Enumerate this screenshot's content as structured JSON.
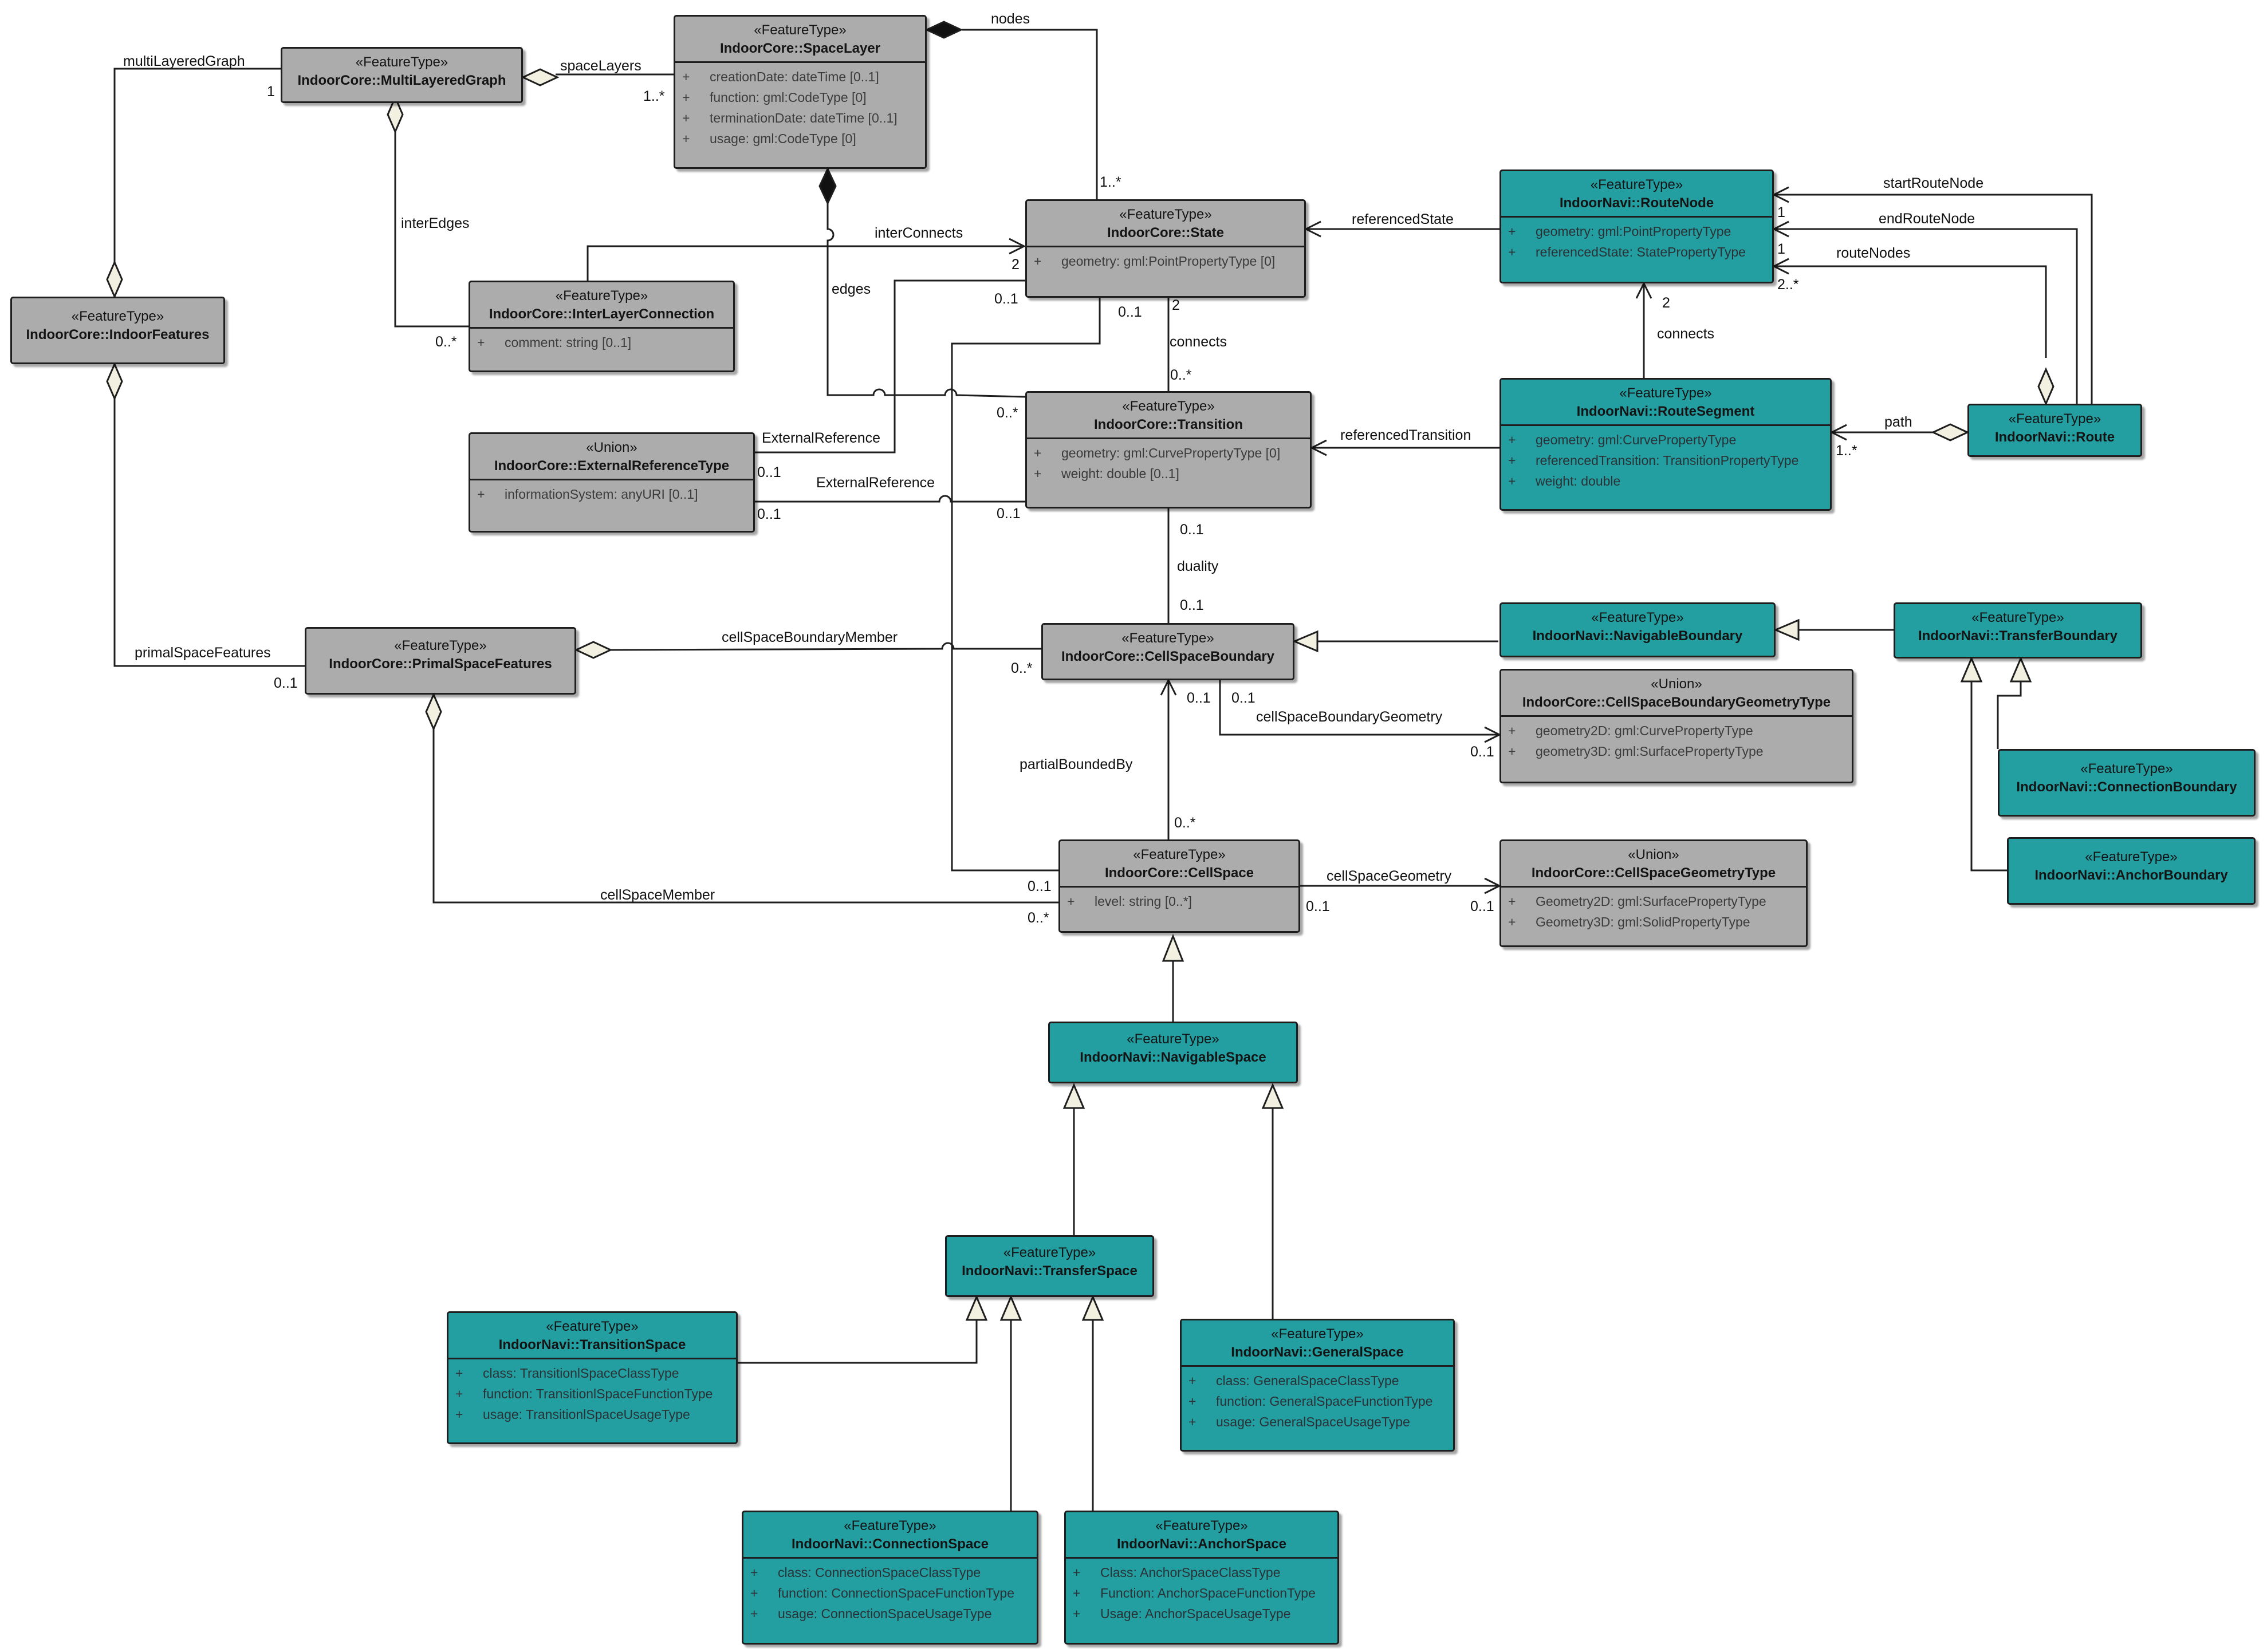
{
  "diagram": {
    "classes": {
      "multiLayeredGraph": {
        "stereotype": "«FeatureType»",
        "name": "IndoorCore::MultiLayeredGraph",
        "attributes": []
      },
      "spaceLayer": {
        "stereotype": "«FeatureType»",
        "name": "IndoorCore::SpaceLayer",
        "attributes": [
          {
            "vis": "+",
            "text": "creationDate: dateTime [0..1]"
          },
          {
            "vis": "+",
            "text": "function: gml:CodeType [0]"
          },
          {
            "vis": "+",
            "text": "terminationDate: dateTime [0..1]"
          },
          {
            "vis": "+",
            "text": "usage: gml:CodeType [0]"
          }
        ]
      },
      "indoorFeatures": {
        "stereotype": "«FeatureType»",
        "name": "IndoorCore::IndoorFeatures",
        "attributes": []
      },
      "interLayerConnection": {
        "stereotype": "«FeatureType»",
        "name": "IndoorCore::InterLayerConnection",
        "attributes": [
          {
            "vis": "+",
            "text": "comment: string [0..1]"
          }
        ]
      },
      "state": {
        "stereotype": "«FeatureType»",
        "name": "IndoorCore::State",
        "attributes": [
          {
            "vis": "+",
            "text": "geometry: gml:PointPropertyType [0]"
          }
        ]
      },
      "routeNode": {
        "stereotype": "«FeatureType»",
        "name": "IndoorNavi::RouteNode",
        "attributes": [
          {
            "vis": "+",
            "text": "geometry: gml:PointPropertyType"
          },
          {
            "vis": "+",
            "text": "referencedState: StatePropertyType"
          }
        ]
      },
      "externalReferenceType": {
        "stereotype": "«Union»",
        "name": "IndoorCore::ExternalReferenceType",
        "attributes": [
          {
            "vis": "+",
            "text": "informationSystem: anyURI [0..1]"
          }
        ]
      },
      "transition": {
        "stereotype": "«FeatureType»",
        "name": "IndoorCore::Transition",
        "attributes": [
          {
            "vis": "+",
            "text": "geometry: gml:CurvePropertyType [0]"
          },
          {
            "vis": "+",
            "text": "weight: double [0..1]"
          }
        ]
      },
      "routeSegment": {
        "stereotype": "«FeatureType»",
        "name": "IndoorNavi::RouteSegment",
        "attributes": [
          {
            "vis": "+",
            "text": "geometry: gml:CurvePropertyType"
          },
          {
            "vis": "+",
            "text": "referencedTransition: TransitionPropertyType"
          },
          {
            "vis": "+",
            "text": "weight: double"
          }
        ]
      },
      "route": {
        "stereotype": "«FeatureType»",
        "name": "IndoorNavi::Route",
        "attributes": []
      },
      "primalSpaceFeatures": {
        "stereotype": "«FeatureType»",
        "name": "IndoorCore::PrimalSpaceFeatures",
        "attributes": []
      },
      "cellSpaceBoundary": {
        "stereotype": "«FeatureType»",
        "name": "IndoorCore::CellSpaceBoundary",
        "attributes": []
      },
      "navigableBoundary": {
        "stereotype": "«FeatureType»",
        "name": "IndoorNavi::NavigableBoundary",
        "attributes": []
      },
      "transferBoundary": {
        "stereotype": "«FeatureType»",
        "name": "IndoorNavi::TransferBoundary",
        "attributes": []
      },
      "cellSpaceBoundaryGeometryType": {
        "stereotype": "«Union»",
        "name": "IndoorCore::CellSpaceBoundaryGeometryType",
        "attributes": [
          {
            "vis": "+",
            "text": "geometry2D: gml:CurvePropertyType"
          },
          {
            "vis": "+",
            "text": "geometry3D: gml:SurfacePropertyType"
          }
        ]
      },
      "connectionBoundary": {
        "stereotype": "«FeatureType»",
        "name": "IndoorNavi::ConnectionBoundary",
        "attributes": []
      },
      "anchorBoundary": {
        "stereotype": "«FeatureType»",
        "name": "IndoorNavi::AnchorBoundary",
        "attributes": []
      },
      "cellSpace": {
        "stereotype": "«FeatureType»",
        "name": "IndoorCore::CellSpace",
        "attributes": [
          {
            "vis": "+",
            "text": "level: string [0..*]"
          }
        ]
      },
      "cellSpaceGeometryType": {
        "stereotype": "«Union»",
        "name": "IndoorCore::CellSpaceGeometryType",
        "attributes": [
          {
            "vis": "+",
            "text": "Geometry2D: gml:SurfacePropertyType"
          },
          {
            "vis": "+",
            "text": "Geometry3D: gml:SolidPropertyType"
          }
        ]
      },
      "navigableSpace": {
        "stereotype": "«FeatureType»",
        "name": "IndoorNavi::NavigableSpace",
        "attributes": []
      },
      "transferSpace": {
        "stereotype": "«FeatureType»",
        "name": "IndoorNavi::TransferSpace",
        "attributes": []
      },
      "transitionSpace": {
        "stereotype": "«FeatureType»",
        "name": "IndoorNavi::TransitionSpace",
        "attributes": [
          {
            "vis": "+",
            "text": "class: TransitionlSpaceClassType"
          },
          {
            "vis": "+",
            "text": "function: TransitionlSpaceFunctionType"
          },
          {
            "vis": "+",
            "text": "usage: TransitionlSpaceUsageType"
          }
        ]
      },
      "generalSpace": {
        "stereotype": "«FeatureType»",
        "name": "IndoorNavi::GeneralSpace",
        "attributes": [
          {
            "vis": "+",
            "text": "class: GeneralSpaceClassType"
          },
          {
            "vis": "+",
            "text": "function: GeneralSpaceFunctionType"
          },
          {
            "vis": "+",
            "text": "usage: GeneralSpaceUsageType"
          }
        ]
      },
      "connectionSpace": {
        "stereotype": "«FeatureType»",
        "name": "IndoorNavi::ConnectionSpace",
        "attributes": [
          {
            "vis": "+",
            "text": "class: ConnectionSpaceClassType"
          },
          {
            "vis": "+",
            "text": "function: ConnectionSpaceFunctionType"
          },
          {
            "vis": "+",
            "text": "usage: ConnectionSpaceUsageType"
          }
        ]
      },
      "anchorSpace": {
        "stereotype": "«FeatureType»",
        "name": "IndoorNavi::AnchorSpace",
        "attributes": [
          {
            "vis": "+",
            "text": "Class: AnchorSpaceClassType"
          },
          {
            "vis": "+",
            "text": "Function: AnchorSpaceFunctionType"
          },
          {
            "vis": "+",
            "text": "Usage: AnchorSpaceUsageType"
          }
        ]
      }
    },
    "labels": {
      "nodes": "nodes",
      "multiLayeredGraph": "multiLayeredGraph",
      "spaceLayers": "spaceLayers",
      "interEdges": "interEdges",
      "interConnects": "interConnects",
      "edges": "edges",
      "referencedState": "referencedState",
      "startRouteNode": "startRouteNode",
      "endRouteNode": "endRouteNode",
      "routeNodes": "routeNodes",
      "connects_st": "connects",
      "connects_rs": "connects",
      "externalReference1": "ExternalReference",
      "externalReference2": "ExternalReference",
      "referencedTransition": "referencedTransition",
      "path": "path",
      "duality": "duality",
      "primalSpaceFeatures": "primalSpaceFeatures",
      "cellSpaceBoundaryMember": "cellSpaceBoundaryMember",
      "cellSpaceBoundaryGeometry": "cellSpaceBoundaryGeometry",
      "partialBoundedBy": "partialBoundedBy",
      "cellSpaceGeometry": "cellSpaceGeometry",
      "cellSpaceMember": "cellSpaceMember"
    },
    "multiplicities": {
      "m_mlg_1": "1",
      "m_sl_1n": "1..*",
      "m_nodes_1n": "1..*",
      "m_ilc_0n": "0..*",
      "m_state_2": "2",
      "m_state_01a": "0..1",
      "m_state_01b": "0..1",
      "m_state_2b": "2",
      "m_trans_0n": "0..*",
      "m_trans_0n2": "0..*",
      "m_erf_01a": "0..1",
      "m_erf_01b": "0..1",
      "m_trans_01": "0..1",
      "m_rn_1a": "1",
      "m_rn_1b": "1",
      "m_rn_2n": "2..*",
      "m_rs_2": "2",
      "m_route_1n": "1..*",
      "m_duality_01a": "0..1",
      "m_duality_01b": "0..1",
      "m_psf_01": "0..1",
      "m_csb_0n": "0..*",
      "m_csb_01a": "0..1",
      "m_csb_01b": "0..1",
      "m_csbg_01": "0..1",
      "m_cs_0n": "0..*",
      "m_cs_01a": "0..1",
      "m_cs_0n2": "0..*",
      "m_cs_01b": "0..1",
      "m_csgt_01": "0..1"
    }
  }
}
